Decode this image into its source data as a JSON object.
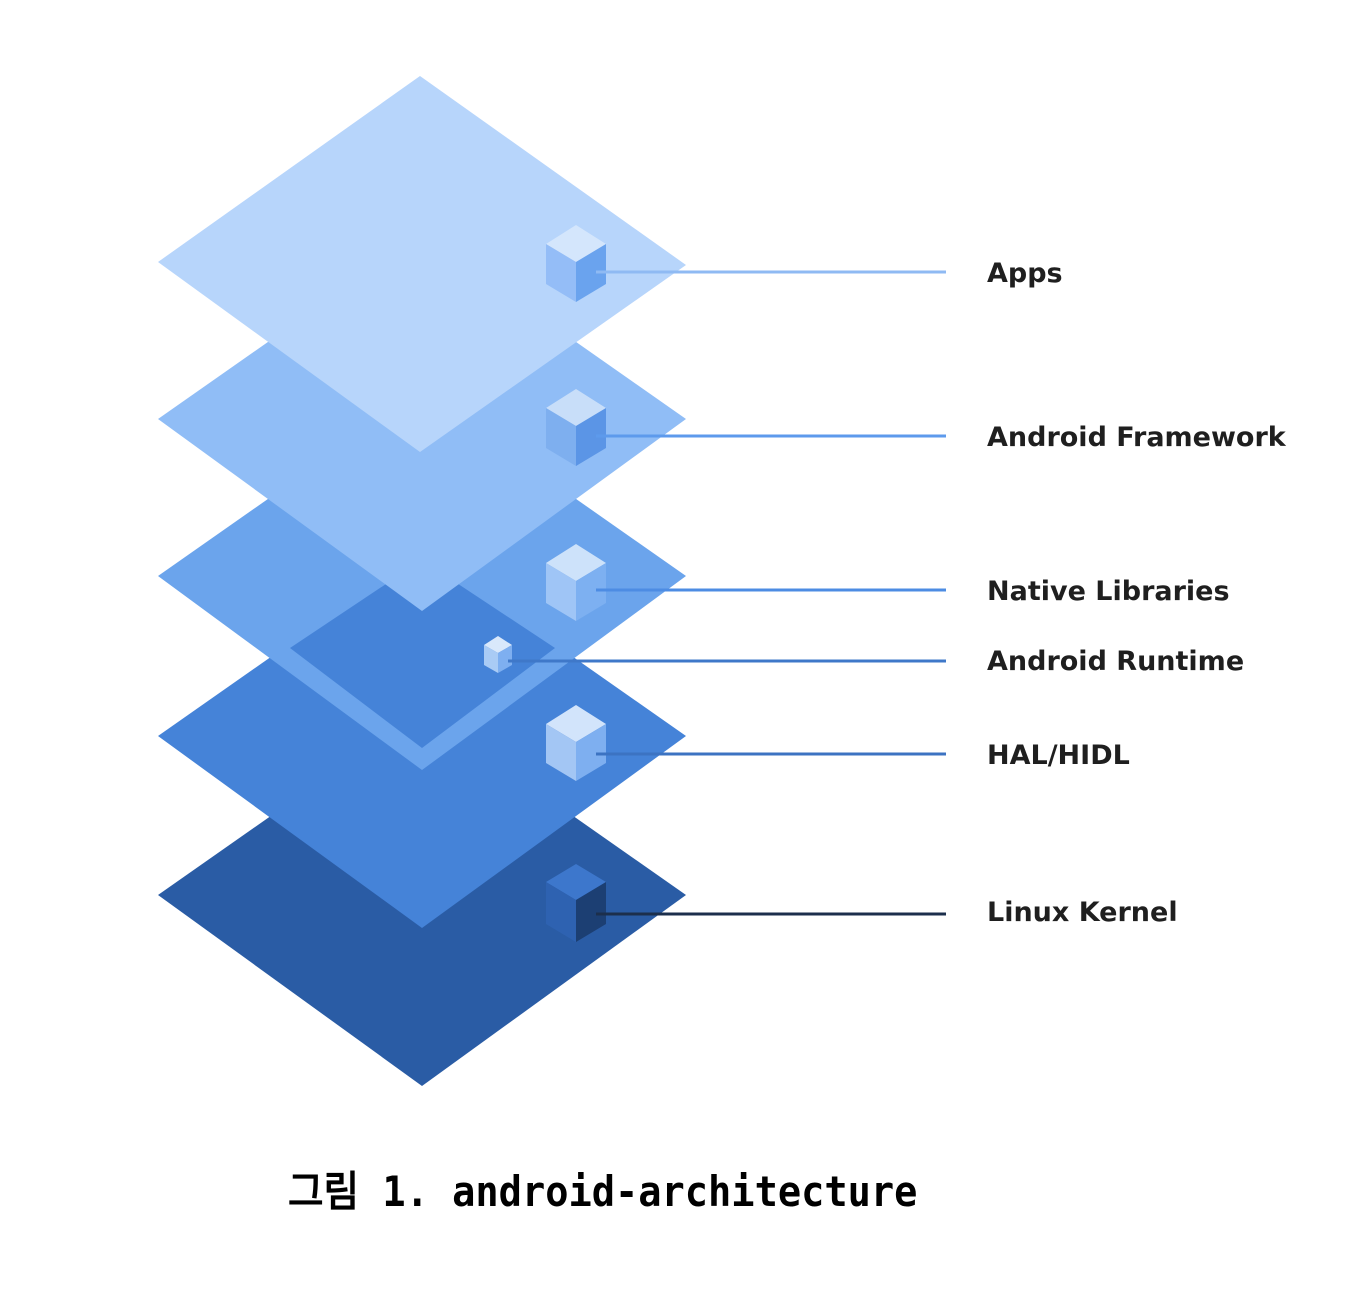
{
  "diagram": {
    "layers": [
      {
        "id": "apps",
        "label": "Apps",
        "color": "#b7d5fb",
        "cube_top": "#d4e6fc",
        "cube_left": "#94bdf7",
        "cube_right": "#6aa3ee",
        "line_color": "#8fbaf3"
      },
      {
        "id": "framework",
        "label": "Android Framework",
        "color": "#90bdf6",
        "cube_top": "#c8def9",
        "cube_left": "#7eafef",
        "cube_right": "#5b95e6",
        "line_color": "#5d9aec"
      },
      {
        "id": "native",
        "label": "Native Libraries",
        "color": "#6ba4ec",
        "cube_top": "#cde2fa",
        "cube_left": "#9fc5f6",
        "cube_right": "#7db0f1",
        "line_color": "#4d8ce3"
      },
      {
        "id": "runtime",
        "label": "Android Runtime",
        "color": "#4583d8",
        "cube_top": "#d9e8fb",
        "cube_left": "#a9cbf5",
        "cube_right": "#7eaff0",
        "line_color": "#3f78c9"
      },
      {
        "id": "hal",
        "label": "HAL/HIDL",
        "color": "#4583d8",
        "cube_top": "#d2e4fb",
        "cube_left": "#a3c6f4",
        "cube_right": "#7eaff0",
        "line_color": "#3c73c2"
      },
      {
        "id": "kernel",
        "label": "Linux Kernel",
        "color": "#2a5ca5",
        "cube_top": "#3d77cc",
        "cube_left": "#2e62b1",
        "cube_right": "#1c3f73",
        "line_color": "#1c2f4c"
      }
    ]
  },
  "caption": {
    "text": "그림 1. android-architecture"
  }
}
